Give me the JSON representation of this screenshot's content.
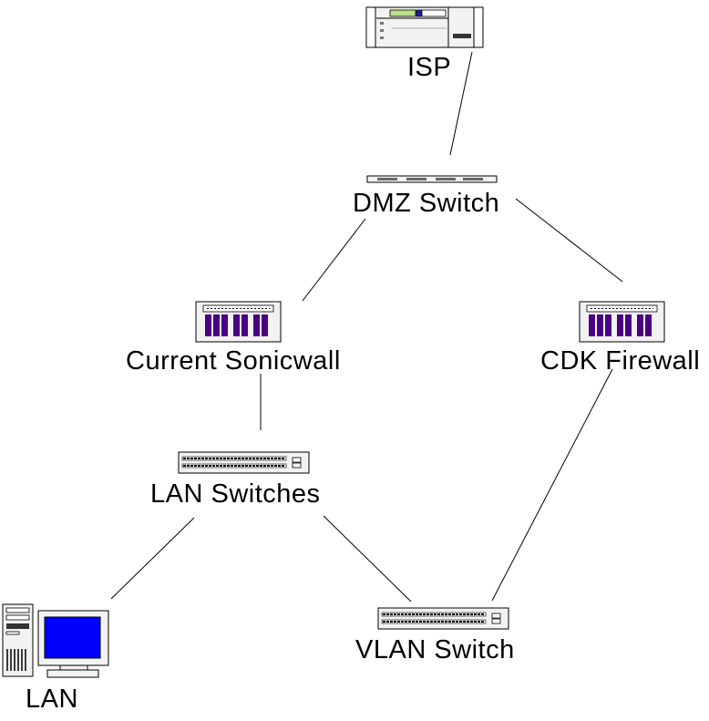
{
  "nodes": {
    "isp": {
      "label": "ISP",
      "icon": "rack-server-icon"
    },
    "dmz_switch": {
      "label": "DMZ Switch",
      "icon": "switch-icon"
    },
    "current_sonicwall": {
      "label": "Current Sonicwall",
      "icon": "firewall-icon"
    },
    "cdk_firewall": {
      "label": "CDK Firewall",
      "icon": "firewall-icon"
    },
    "lan_switches": {
      "label": "LAN Switches",
      "icon": "switch-icon"
    },
    "vlan_switch": {
      "label": "VLAN Switch",
      "icon": "switch-icon"
    },
    "lan": {
      "label": "LAN",
      "icon": "workstation-icon"
    }
  },
  "links": [
    [
      "isp",
      "dmz_switch"
    ],
    [
      "dmz_switch",
      "current_sonicwall"
    ],
    [
      "dmz_switch",
      "cdk_firewall"
    ],
    [
      "current_sonicwall",
      "lan_switches"
    ],
    [
      "lan_switches",
      "lan"
    ],
    [
      "lan_switches",
      "vlan_switch"
    ],
    [
      "cdk_firewall",
      "vlan_switch"
    ]
  ],
  "colors": {
    "line": "#000000",
    "firewall_slot": "#4b0082",
    "monitor_screen": "#0000ff",
    "device_fill": "#f2f2f2"
  }
}
